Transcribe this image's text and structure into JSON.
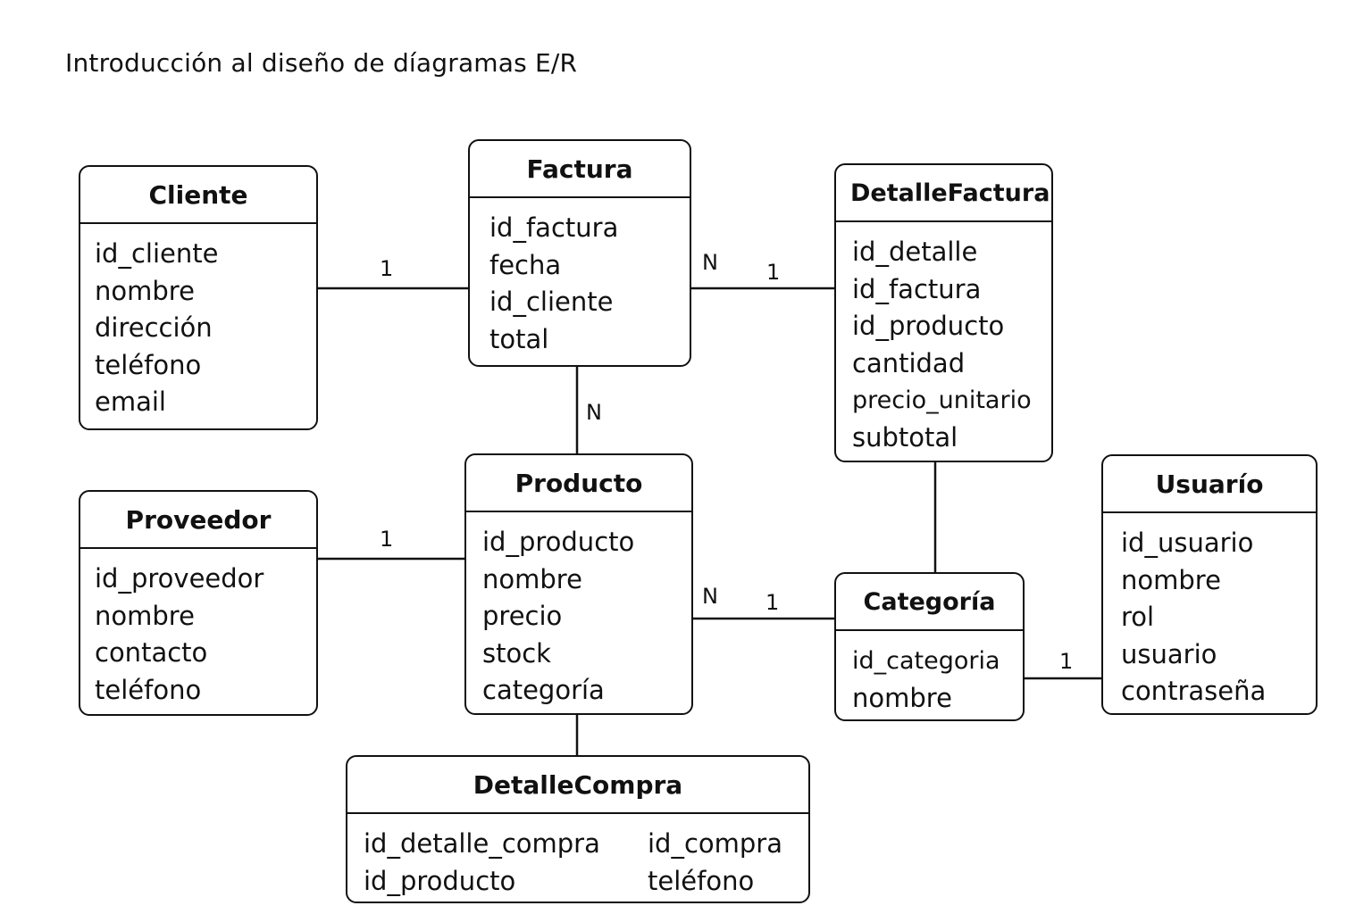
{
  "title": "Introducción al diseño de díagramas E/R",
  "entities": {
    "cliente": {
      "name": "Cliente",
      "attributes": [
        "id_cliente",
        "nombre",
        "dirección",
        "teléfono",
        "email"
      ]
    },
    "factura": {
      "name": "Factura",
      "attributes": [
        "id_factura",
        "fecha",
        "id_cliente",
        "total"
      ]
    },
    "detalle_factura": {
      "name": "DetalleFactura",
      "attributes": [
        "id_detalle",
        "id_factura",
        "id_producto",
        "cantidad",
        "precio_unitario",
        "subtotal"
      ]
    },
    "proveedor": {
      "name": "Proveedor",
      "attributes": [
        "id_proveedor",
        "nombre",
        "contacto",
        "teléfono"
      ]
    },
    "producto": {
      "name": "Producto",
      "attributes": [
        "id_producto",
        "nombre",
        "precio",
        "stock",
        "categoría"
      ]
    },
    "categoria": {
      "name": "Categoría",
      "attributes": [
        "id_categoria",
        "nombre"
      ]
    },
    "usuario": {
      "name": "Usuarío",
      "attributes": [
        "id_usuario",
        "nombre",
        "rol",
        "usuario",
        "contraseña"
      ]
    },
    "detalle_compra": {
      "name": "DetalleCompra",
      "attributes_left": [
        "id_detalle_compra",
        "id_producto"
      ],
      "attributes_right": [
        "id_compra",
        "teléfono"
      ]
    }
  },
  "cardinalities": {
    "cliente_factura": "1",
    "factura_detalle_n": "N",
    "factura_detalle_1": "1",
    "factura_producto": "N",
    "proveedor_producto": "1",
    "producto_categoria_n": "N",
    "producto_categoria_1": "1",
    "categoria_usuario": "1"
  }
}
